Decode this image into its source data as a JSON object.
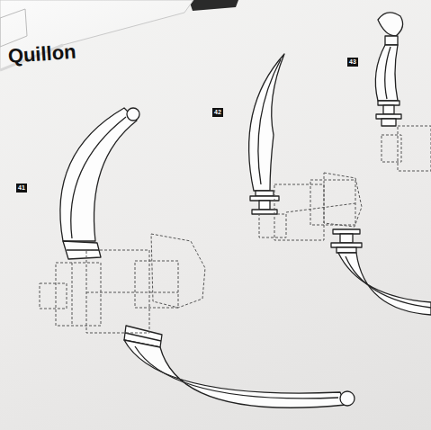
{
  "diagram": {
    "title": "Quillon",
    "nodes": [
      {
        "text": [
          "41"
        ]
      },
      {
        "text": [
          "42"
        ]
      },
      {
        "text": [
          "43"
        ]
      }
    ]
  }
}
